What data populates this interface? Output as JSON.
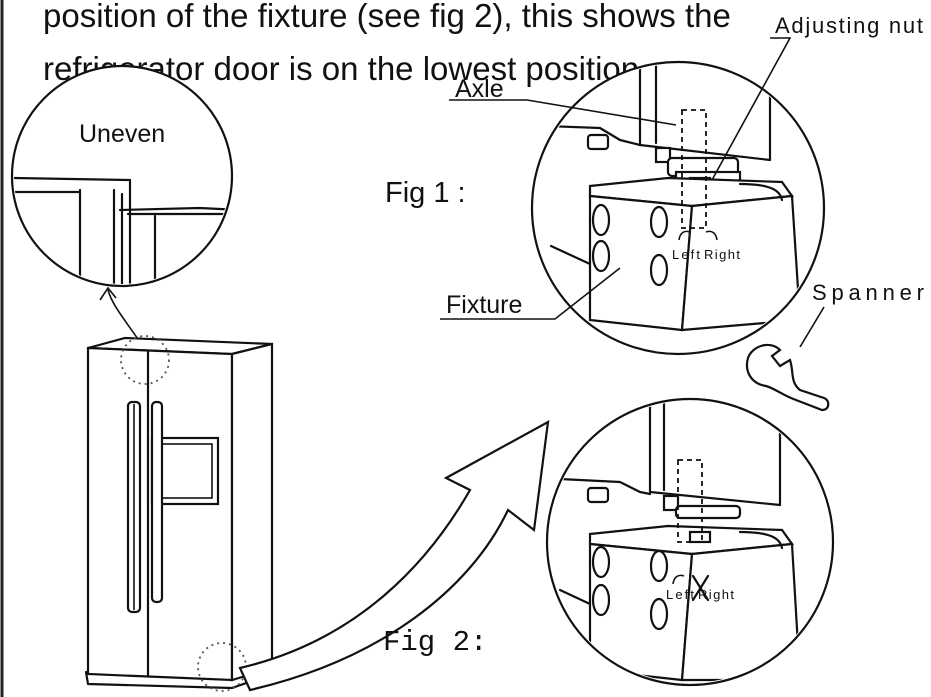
{
  "instruction": {
    "line1": "position of the fixture (see fig 2),  this shows the",
    "line2": "refrigerator door is on the lowest position."
  },
  "labels": {
    "uneven": "Uneven",
    "fig1": "Fig 1 :",
    "fig2": "Fig 2:",
    "axle": "Axle",
    "adjusting_nut": "Adjusting nut",
    "spanner": "Spanner",
    "fixture": "Fixture",
    "left_1": "Left",
    "right_1": "Right",
    "left_2": "Left",
    "right_2": "Right"
  },
  "icons": {
    "refrigerator": "side-by-side-refrigerator",
    "spanner": "spanner-wrench-icon",
    "arrow": "curved-arrow-icon"
  }
}
